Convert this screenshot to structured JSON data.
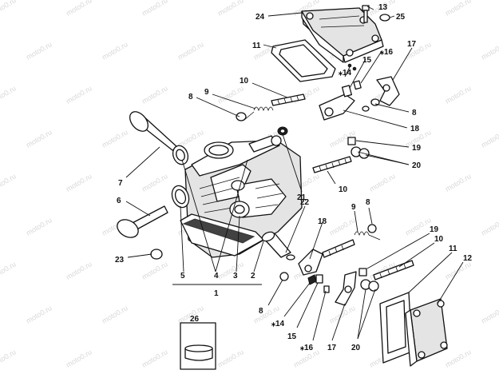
{
  "watermark": "moto0.ru",
  "callouts": {
    "l1": "1",
    "l2": "2",
    "l3": "3",
    "l4": "4",
    "l5": "5",
    "l6": "6",
    "l7": "7",
    "l8a": "8",
    "l8b": "8",
    "l8c": "8",
    "l8d": "8",
    "l9a": "9",
    "l9b": "9",
    "l10a": "10",
    "l10b": "10",
    "l10c": "10",
    "l11a": "11",
    "l11b": "11",
    "l12": "12",
    "l13": "13",
    "l14a": "⁎14",
    "l14b": "⁎14",
    "l15a": "15",
    "l15b": "15",
    "l16a": "⁎16",
    "l16b": "⁎16",
    "l17a": "17",
    "l17b": "17",
    "l18a": "18",
    "l18b": "18",
    "l19a": "19",
    "l19b": "19",
    "l20a": "20",
    "l20b": "20",
    "l21": "21",
    "l22": "22",
    "l23": "23",
    "l24": "24",
    "l25": "25",
    "l26": "26"
  }
}
